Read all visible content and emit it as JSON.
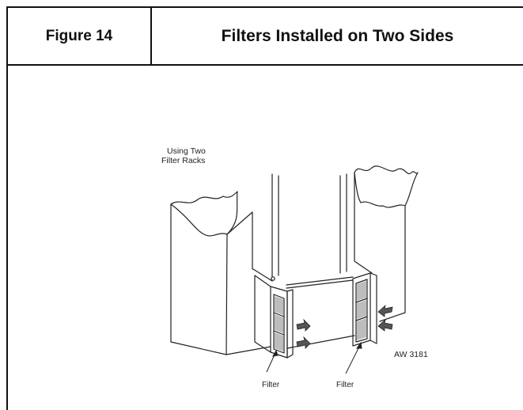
{
  "header": {
    "figure_label": "Figure 14",
    "title": "Filters Installed on Two Sides"
  },
  "illustration": {
    "caption_line1": "Using Two",
    "caption_line2": "Filter Racks",
    "left_filter_label": "Filter",
    "right_filter_label": "Filter",
    "drawing_code": "AW 3181"
  }
}
